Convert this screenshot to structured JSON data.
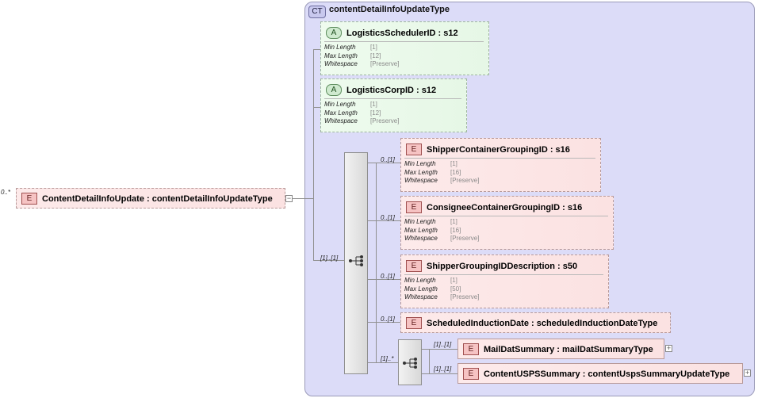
{
  "complex_type": {
    "badge": "CT",
    "name": "contentDetailInfoUpdateType"
  },
  "root": {
    "badge": "E",
    "name": "ContentDetailInfoUpdate : contentDetailInfoUpdateType",
    "cardinality": "0..*",
    "expander": "−"
  },
  "attributes": [
    {
      "badge": "A",
      "name": "LogisticsSchedulerID : s12",
      "facets": [
        {
          "k": "Min Length",
          "v": "[1]"
        },
        {
          "k": "Max Length",
          "v": "[12]"
        },
        {
          "k": "Whitespace",
          "v": "[Preserve]"
        }
      ]
    },
    {
      "badge": "A",
      "name": "LogisticsCorpID : s12",
      "facets": [
        {
          "k": "Min Length",
          "v": "[1]"
        },
        {
          "k": "Max Length",
          "v": "[12]"
        },
        {
          "k": "Whitespace",
          "v": "[Preserve]"
        }
      ]
    }
  ],
  "sequence": {
    "cardinality": "[1]..[1]"
  },
  "elements": [
    {
      "badge": "E",
      "name": "ShipperContainerGroupingID : s16",
      "cardinality": "0..[1]",
      "facets": [
        {
          "k": "Min Length",
          "v": "[1]"
        },
        {
          "k": "Max Length",
          "v": "[16]"
        },
        {
          "k": "Whitespace",
          "v": "[Preserve]"
        }
      ]
    },
    {
      "badge": "E",
      "name": "ConsigneeContainerGroupingID : s16",
      "cardinality": "0..[1]",
      "facets": [
        {
          "k": "Min Length",
          "v": "[1]"
        },
        {
          "k": "Max Length",
          "v": "[16]"
        },
        {
          "k": "Whitespace",
          "v": "[Preserve]"
        }
      ]
    },
    {
      "badge": "E",
      "name": "ShipperGroupingIDDescription : s50",
      "cardinality": "0..[1]",
      "facets": [
        {
          "k": "Min Length",
          "v": "[1]"
        },
        {
          "k": "Max Length",
          "v": "[50]"
        },
        {
          "k": "Whitespace",
          "v": "[Preserve]"
        }
      ]
    },
    {
      "badge": "E",
      "name": "ScheduledInductionDate : scheduledInductionDateType",
      "cardinality": "0..[1]"
    }
  ],
  "inner_sequence": {
    "cardinality": "[1]..*",
    "elements": [
      {
        "badge": "E",
        "name": "MailDatSummary : mailDatSummaryType",
        "cardinality": "[1]..[1]",
        "expander": "+"
      },
      {
        "badge": "E",
        "name": "ContentUSPSSummary : contentUspsSummaryUpdateType",
        "cardinality": "[1]..[1]",
        "expander": "+"
      }
    ]
  }
}
